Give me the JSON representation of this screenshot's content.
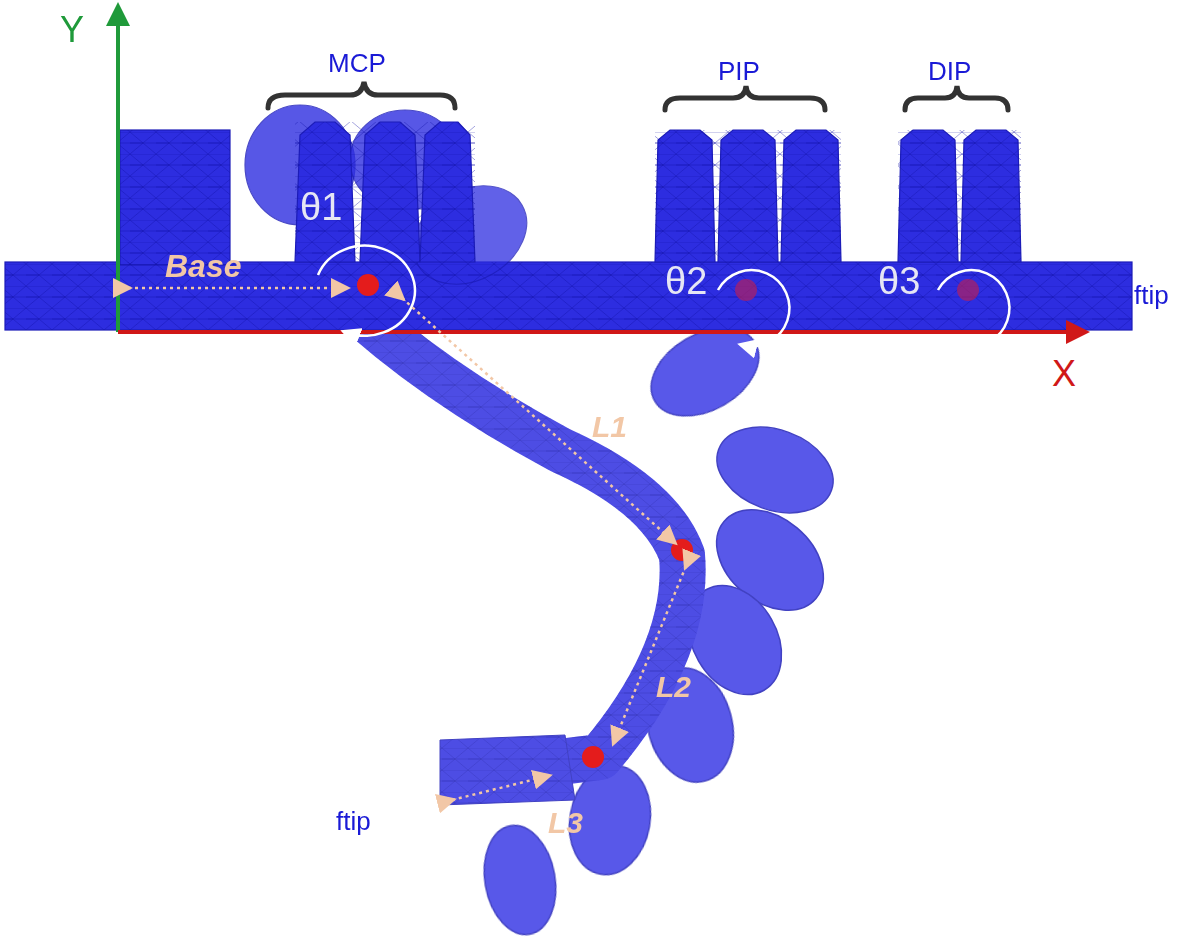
{
  "diagram": {
    "labels": [
      "Y",
      "MCP",
      "PIP",
      "DIP",
      "θ1",
      "Base",
      "θ2",
      "θ3",
      "ftip",
      "X",
      "L1",
      "L2",
      "L3",
      "ftip"
    ]
  }
}
